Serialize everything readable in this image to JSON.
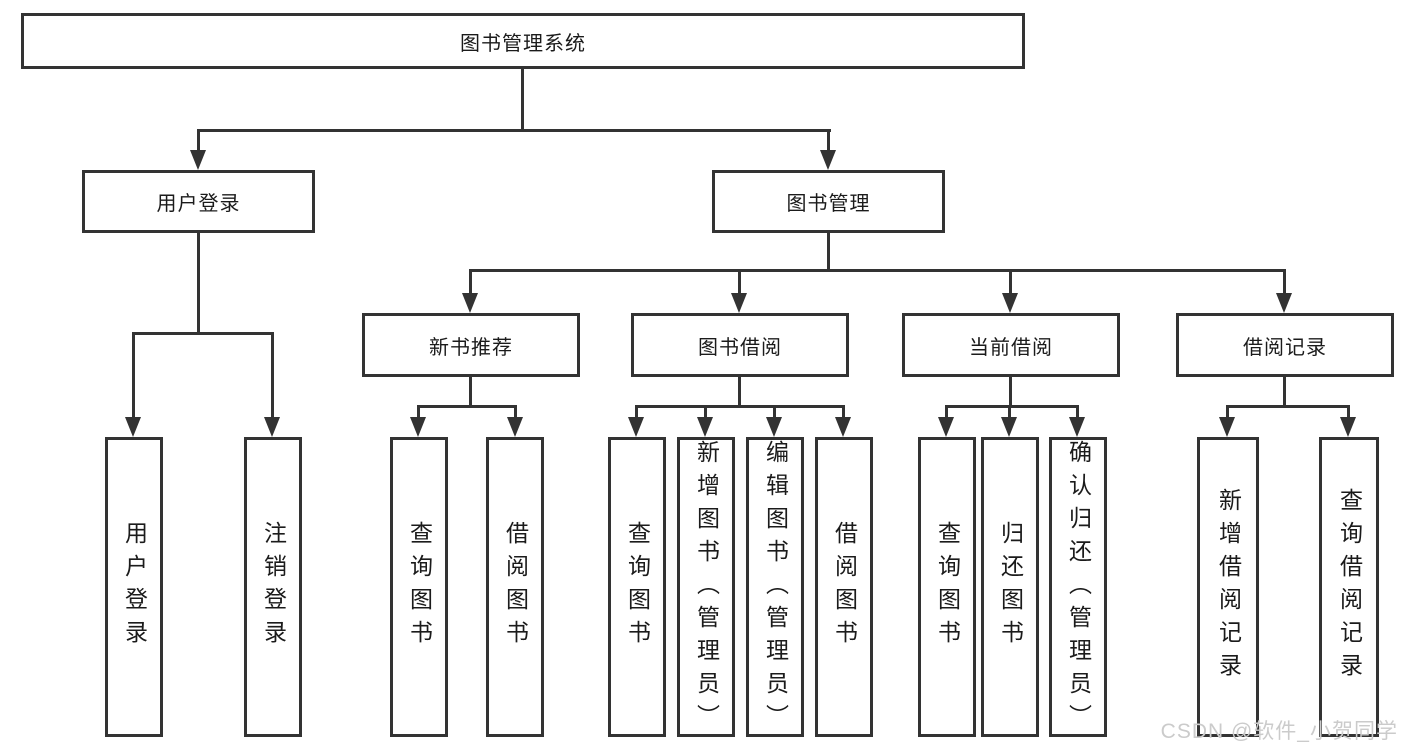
{
  "diagram": {
    "root": {
      "label": "图书管理系统"
    },
    "branches": [
      {
        "label": "用户登录",
        "children": [
          {
            "label": "用户登录"
          },
          {
            "label": "注销登录"
          }
        ]
      },
      {
        "label": "图书管理",
        "children": [
          {
            "label": "新书推荐",
            "children": [
              {
                "label": "查询图书"
              },
              {
                "label": "借阅图书"
              }
            ]
          },
          {
            "label": "图书借阅",
            "children": [
              {
                "label": "查询图书"
              },
              {
                "label": "新增图书（管理员）"
              },
              {
                "label": "编辑图书（管理员）"
              },
              {
                "label": "借阅图书"
              }
            ]
          },
          {
            "label": "当前借阅",
            "children": [
              {
                "label": "查询图书"
              },
              {
                "label": "归还图书"
              },
              {
                "label": "确认归还（管理员）"
              }
            ]
          },
          {
            "label": "借阅记录",
            "children": [
              {
                "label": "新增借阅记录"
              },
              {
                "label": "查询借阅记录"
              }
            ]
          }
        ]
      }
    ],
    "watermark": "CSDN @软件_小贺同学",
    "colors": {
      "line": "#333333",
      "text": "#1b1b1b",
      "watermark": "#cbcbcb",
      "background": "#ffffff"
    }
  }
}
